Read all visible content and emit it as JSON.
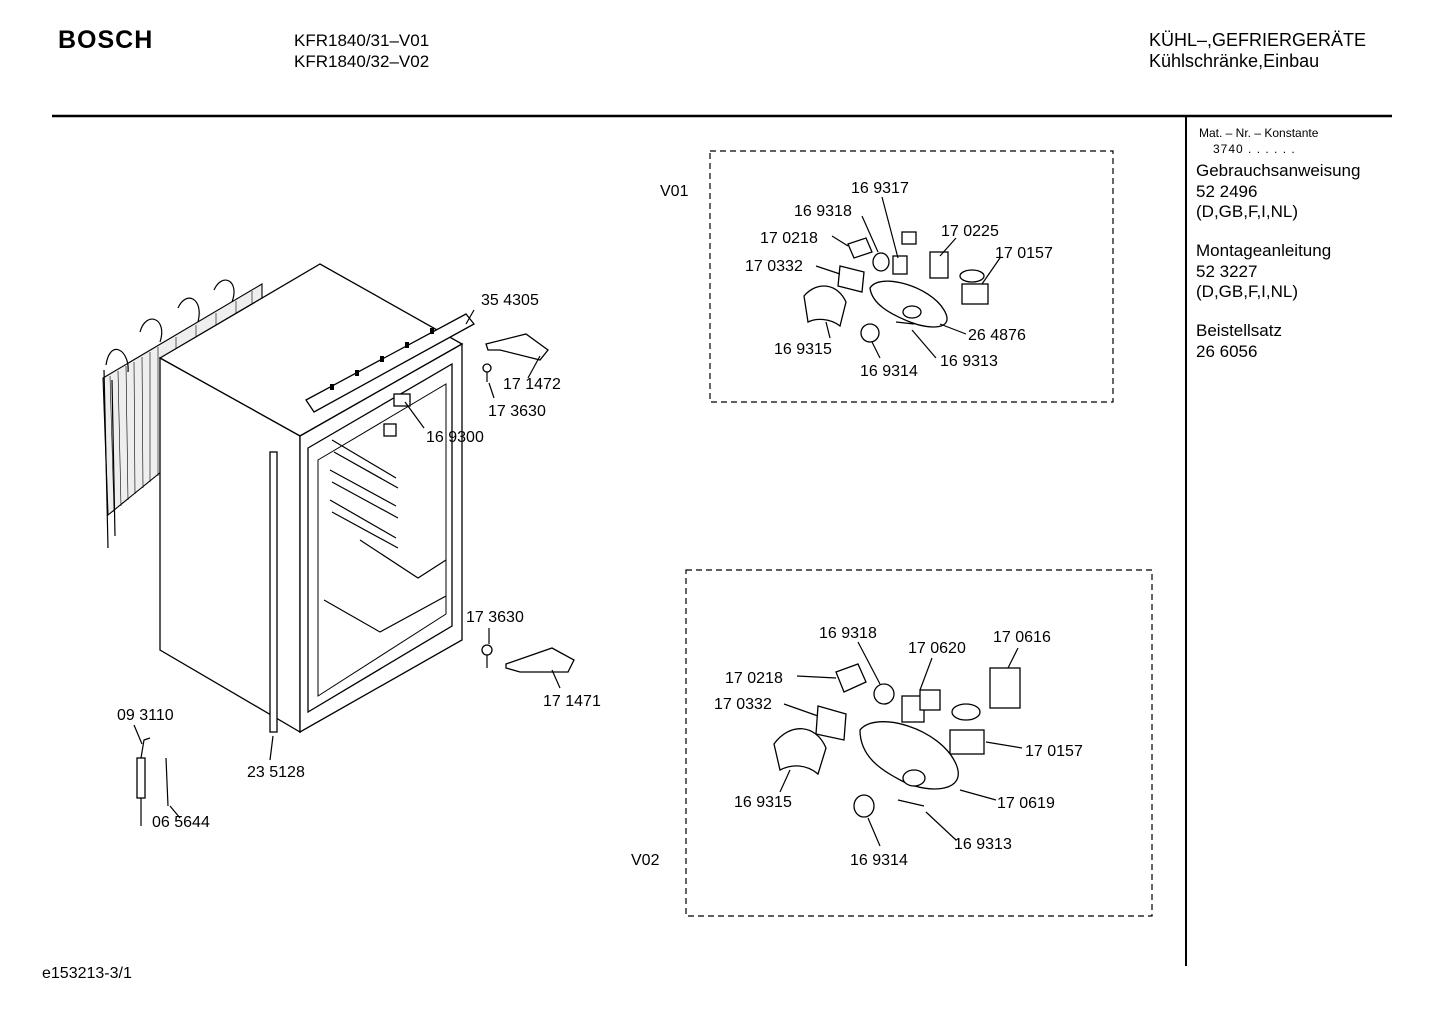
{
  "header": {
    "brand": "BOSCH",
    "model_line_1": "KFR1840/31–V01",
    "model_line_2": "KFR1840/32–V02",
    "category_line_1": "KÜHL–,GEFRIERGERÄTE",
    "category_line_2": "Kühlschränke,Einbau"
  },
  "sidebar": {
    "mat_label": "Mat. – Nr. – Konstante",
    "mat_value": "3740 . . . . . .",
    "manual_title": "Gebrauchsanweisung",
    "manual_number": "52 2496",
    "manual_langs": "(D,GB,F,I,NL)",
    "install_title": "Montageanleitung",
    "install_number": "52 3227",
    "install_langs": "(D,GB,F,I,NL)",
    "kit_title": "Beistellsatz",
    "kit_number": "26 6056"
  },
  "diagram": {
    "main_labels": [
      "35 4305",
      "17 1472",
      "17 3630",
      "16 9300",
      "17 3630",
      "17 1471",
      "09 3110",
      "06 5644",
      "23 5128"
    ],
    "v01": {
      "label": "V01",
      "parts": [
        "16 9317",
        "16 9318",
        "17 0218",
        "17 0225",
        "17 0157",
        "17 0332",
        "26 4876",
        "16 9315",
        "16 9313",
        "16 9314"
      ]
    },
    "v02": {
      "label": "V02",
      "parts": [
        "16 9318",
        "17 0620",
        "17 0616",
        "17 0218",
        "17 0332",
        "17 0157",
        "17 0619",
        "16 9315",
        "16 9313",
        "16 9314"
      ]
    }
  },
  "footer": {
    "code": "e153213-3/1"
  }
}
